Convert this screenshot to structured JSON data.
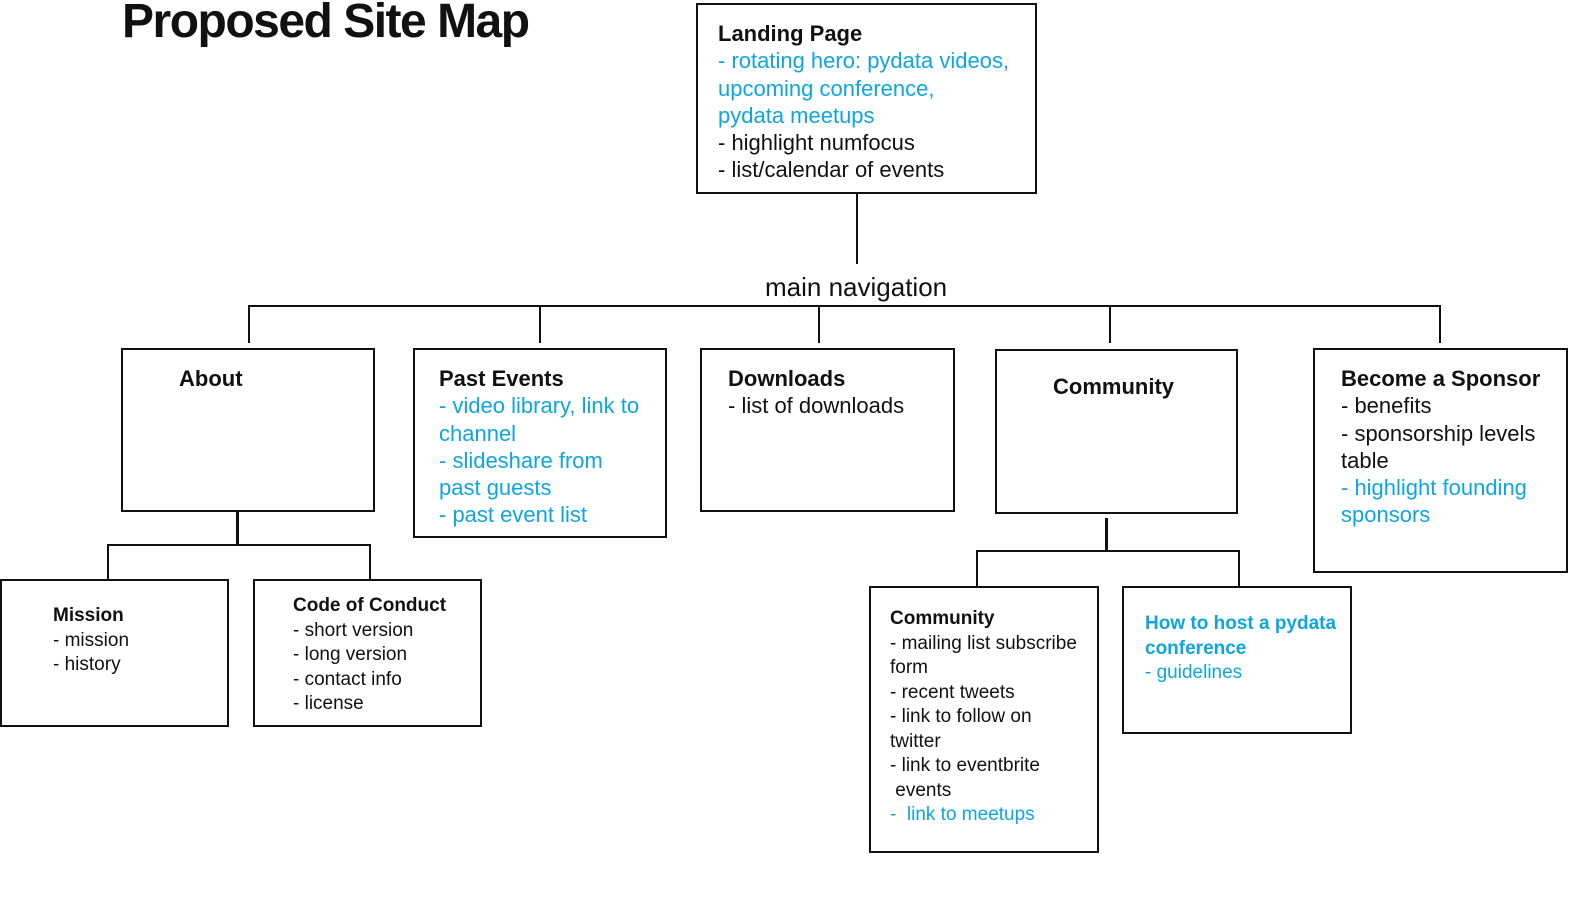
{
  "title": "Proposed Site Map",
  "colors": {
    "accent": "#0ea5e0",
    "text": "#111111"
  },
  "nav_label": "main navigation",
  "landing": {
    "title": "Landing Page",
    "items": [
      {
        "text": "- rotating hero: pydata videos,",
        "highlight": true
      },
      {
        "text": "upcoming conference,",
        "highlight": true
      },
      {
        "text": "pydata meetups",
        "highlight": true
      },
      {
        "text": "- highlight numfocus",
        "highlight": false
      },
      {
        "text": "- list/calendar of events",
        "highlight": false
      }
    ]
  },
  "about": {
    "title": "About",
    "items": []
  },
  "past_events": {
    "title": "Past Events",
    "items": [
      {
        "text": "- video library, link to",
        "highlight": true
      },
      {
        "text": "channel",
        "highlight": true
      },
      {
        "text": "- slideshare from",
        "highlight": true
      },
      {
        "text": "past guests",
        "highlight": true
      },
      {
        "text": "- past event list",
        "highlight": true
      }
    ]
  },
  "downloads": {
    "title": "Downloads",
    "items": [
      {
        "text": "- list of downloads",
        "highlight": false
      }
    ]
  },
  "community": {
    "title": "Community",
    "items": []
  },
  "sponsor": {
    "title": "Become a Sponsor",
    "items": [
      {
        "text": "- benefits",
        "highlight": false
      },
      {
        "text": "- sponsorship levels",
        "highlight": false
      },
      {
        "text": "table",
        "highlight": false
      },
      {
        "text": "- highlight founding",
        "highlight": true
      },
      {
        "text": "sponsors",
        "highlight": true
      }
    ]
  },
  "mission": {
    "title": "Mission",
    "items": [
      {
        "text": "- mission",
        "highlight": false
      },
      {
        "text": "- history",
        "highlight": false
      }
    ]
  },
  "code_of_conduct": {
    "title": "Code of Conduct",
    "items": [
      {
        "text": "- short version",
        "highlight": false
      },
      {
        "text": "- long version",
        "highlight": false
      },
      {
        "text": "- contact info",
        "highlight": false
      },
      {
        "text": "- license",
        "highlight": false
      }
    ]
  },
  "community_sub": {
    "title": "Community",
    "items": [
      {
        "text": "- mailing list subscribe",
        "highlight": false
      },
      {
        "text": "form",
        "highlight": false
      },
      {
        "text": "- recent tweets",
        "highlight": false
      },
      {
        "text": "- link to follow on",
        "highlight": false
      },
      {
        "text": "twitter",
        "highlight": false
      },
      {
        "text": "- link to eventbrite",
        "highlight": false
      },
      {
        "text": " events",
        "highlight": false
      },
      {
        "text": "-  link to meetups",
        "highlight": true
      }
    ]
  },
  "host_conf": {
    "title_lines": [
      {
        "text": "How to host a pydata",
        "highlight": true
      },
      {
        "text": "conference",
        "highlight": true
      }
    ],
    "items": [
      {
        "text": "- guidelines",
        "highlight": true
      }
    ]
  }
}
